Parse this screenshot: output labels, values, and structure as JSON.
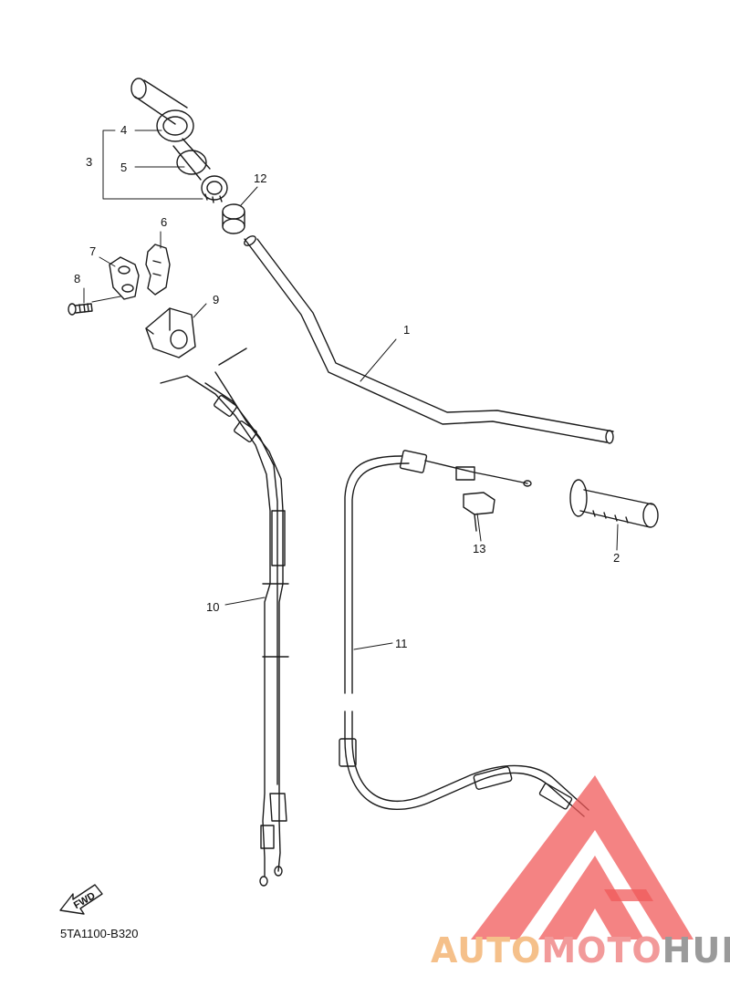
{
  "parts": {
    "p1": "1",
    "p2": "2",
    "p3": "3",
    "p4": "4",
    "p5": "5",
    "p6": "6",
    "p7": "7",
    "p8": "8",
    "p9": "9",
    "p10": "10",
    "p11": "11",
    "p12": "12",
    "p13": "13"
  },
  "direction_label": "FWD",
  "drawing_code": "5TA1100-B320",
  "watermark": {
    "part1": "AUTO",
    "part2": "MOTO",
    "part3": "HUB"
  },
  "colors": {
    "line": "#1a1a1a",
    "watermark_red": "#f05a5a",
    "watermark_orange": "#f7b26a",
    "watermark_gray": "#8c8c8c"
  }
}
